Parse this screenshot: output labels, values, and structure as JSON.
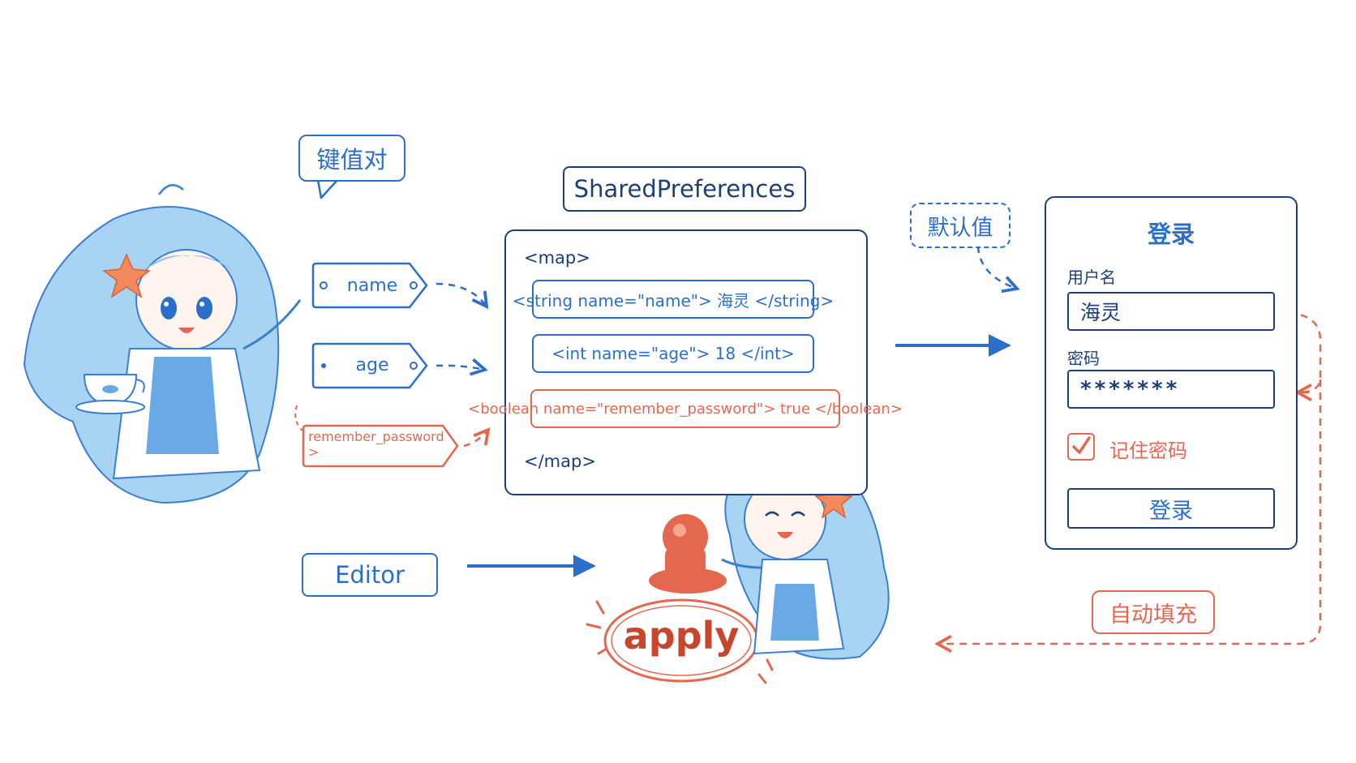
{
  "labels": {
    "key_value_bubble": "键值对",
    "title": "SharedPreferences",
    "default_value_bubble": "默认值",
    "editor": "Editor",
    "apply_stamp": "apply",
    "autofill": "自动填充"
  },
  "tags": {
    "name": "name",
    "age": "age",
    "remember_password": "remember_password >"
  },
  "map": {
    "open": "<map>",
    "close": "</map>",
    "rows": {
      "string": "<string name=\"name\"> 海灵 </string>",
      "int": "<int  name=\"age\">  18   </int>",
      "boolean": "<boolean name=\"remember_password\"> true </boolean>"
    }
  },
  "login": {
    "title": "登录",
    "username_label": "用户名",
    "username_value": "海灵",
    "password_label": "密码",
    "password_value": "*******",
    "remember_label": "记住密码",
    "remember_checked": true,
    "button_label": "登录"
  },
  "colors": {
    "navy": "#1d3f7a",
    "blue": "#2b6fcb",
    "orange": "#e4684f",
    "stamp_red": "#c7462c",
    "character_hair": "#8cc4ef",
    "character_outline": "#3b7fd0",
    "starfish": "#f28a5c"
  },
  "icons": {
    "speech_bubble": "speech-bubble-icon",
    "price_tag": "tag-icon",
    "checkbox": "checkmark-icon",
    "stamp": "rubber-stamp-icon",
    "mascot": "anime-girl-illustration",
    "teacup": "teacup-icon",
    "starfish": "starfish-icon"
  }
}
